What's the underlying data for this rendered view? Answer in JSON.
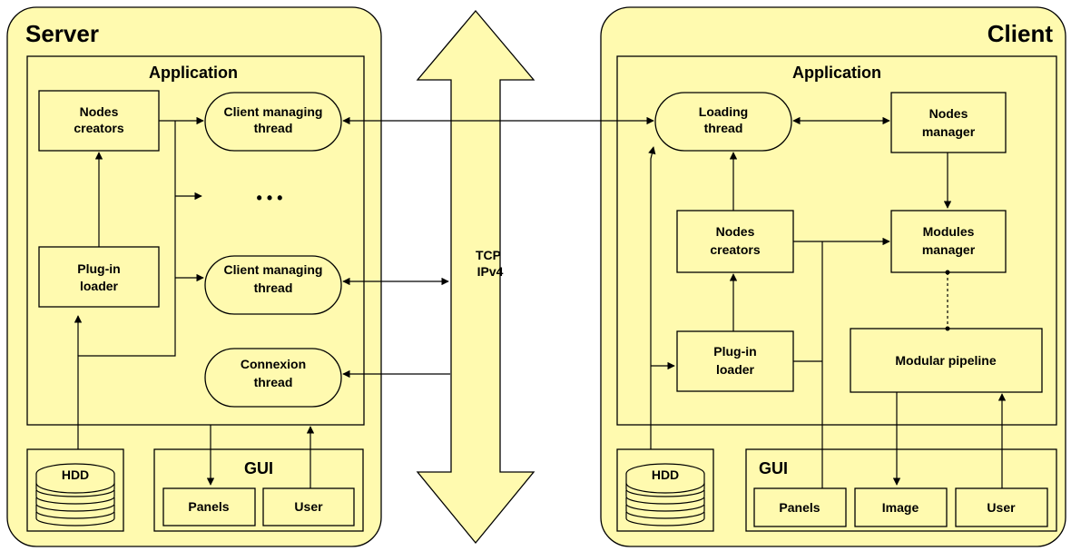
{
  "colors": {
    "fill": "#fffaaf",
    "stroke": "#000000"
  },
  "server": {
    "title": "Server",
    "application": "Application",
    "nodes_creators": [
      "Nodes",
      "creators"
    ],
    "plugin_loader": [
      "Plug-in",
      "loader"
    ],
    "client_thread_1": [
      "Client managing",
      "thread"
    ],
    "ellipsis": "• • •",
    "client_thread_2": [
      "Client managing",
      "thread"
    ],
    "connexion_thread": [
      "Connexion",
      "thread"
    ],
    "hdd": "HDD",
    "gui": "GUI",
    "panels": "Panels",
    "user": "User"
  },
  "network": {
    "line1": "TCP",
    "line2": "IPv4"
  },
  "client": {
    "title": "Client",
    "application": "Application",
    "loading_thread": [
      "Loading",
      "thread"
    ],
    "nodes_manager": [
      "Nodes",
      "manager"
    ],
    "nodes_creators": [
      "Nodes",
      "creators"
    ],
    "modules_manager": [
      "Modules",
      "manager"
    ],
    "plugin_loader": [
      "Plug-in",
      "loader"
    ],
    "modular_pipeline": "Modular pipeline",
    "hdd": "HDD",
    "gui": "GUI",
    "panels": "Panels",
    "image": "Image",
    "user": "User"
  }
}
